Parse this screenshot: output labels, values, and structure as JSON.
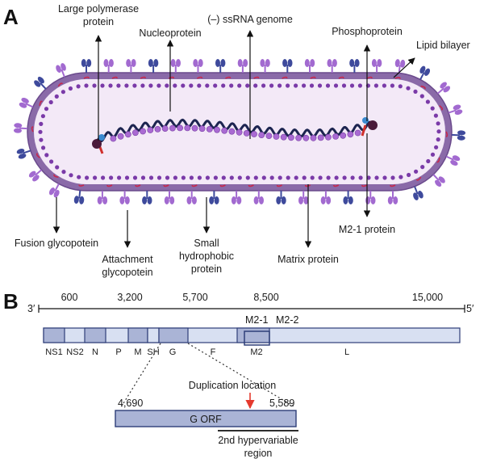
{
  "panel_a": {
    "letter": "A",
    "labels": {
      "large_polymerase_line1": "Large polymerase",
      "large_polymerase_line2": "protein",
      "nucleoprotein": "Nucleoprotein",
      "ssrna_genome": "(–) ssRNA genome",
      "phosphoprotein": "Phosphoprotein",
      "lipid_bilayer": "Lipid bilayer",
      "fusion_glycoprotein": "Fusion glycopotein",
      "attachment_line1": "Attachment",
      "attachment_line2": "glycopotein",
      "small_hydrophobic_line1": "Small",
      "small_hydrophobic_line2": "hydrophobic",
      "small_hydrophobic_line3": "protein",
      "matrix_protein": "Matrix protein",
      "m2_1_protein": "M2-1 protein"
    }
  },
  "panel_b": {
    "letter": "B",
    "axis": {
      "left_end": "3′",
      "right_end": "5′",
      "ticks": [
        "600",
        "3,200",
        "5,700",
        "8,500",
        "15,000"
      ]
    },
    "overlap_labels": [
      "M2-1",
      "M2-2"
    ],
    "genes": [
      "NS1",
      "NS2",
      "N",
      "P",
      "M",
      "SH",
      "G",
      "F",
      "M2",
      "L"
    ],
    "zoom": {
      "title": "Duplication location",
      "start": "4,690",
      "end": "5,589",
      "orf_label": "G ORF",
      "region_line1": "2nd hypervariable",
      "region_line2": "region"
    }
  },
  "colors": {
    "envelope": "#8a6aa8",
    "envelope_inner": "#f3e9f7",
    "matrix_bead": "#7a3aa8",
    "glyco_dark": "#3e4a9c",
    "glyco_light": "#a26ad0",
    "lipid_red": "#c8284c",
    "rna": "#1c2450",
    "nucleo_bead": "#a96ad2",
    "genome_bar": "#d8e0f2",
    "genome_box": "#aab4d6",
    "genome_border": "#2e3e78",
    "arrow_red": "#e53a2e"
  }
}
